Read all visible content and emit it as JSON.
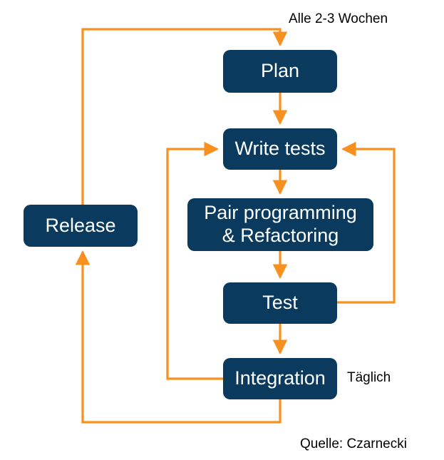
{
  "diagram": {
    "title_label": "Alle 2-3 Wochen",
    "daily_label": "Täglich",
    "source_label": "Quelle: Czarnecki",
    "colors": {
      "node_fill": "#0A3A5E",
      "node_text": "#FFFFFF",
      "arrow": "#F7901E",
      "caption_text": "#000000",
      "background": "#FFFFFF"
    },
    "nodes": [
      {
        "id": "plan",
        "label": "Plan"
      },
      {
        "id": "write-tests",
        "label": "Write tests"
      },
      {
        "id": "pair",
        "label": "Pair programming\n& Refactoring"
      },
      {
        "id": "test",
        "label": "Test"
      },
      {
        "id": "integration",
        "label": "Integration"
      },
      {
        "id": "release",
        "label": "Release"
      }
    ],
    "connectors": [
      {
        "id": "release-to-plan",
        "from": "release",
        "to": "plan",
        "annotation": "Alle 2-3 Wochen"
      },
      {
        "id": "plan-to-write",
        "from": "plan",
        "to": "write-tests",
        "annotation": ""
      },
      {
        "id": "write-to-pair",
        "from": "write-tests",
        "to": "pair",
        "annotation": ""
      },
      {
        "id": "pair-to-test",
        "from": "pair",
        "to": "test",
        "annotation": ""
      },
      {
        "id": "test-to-write",
        "from": "test",
        "to": "write-tests",
        "annotation": ""
      },
      {
        "id": "test-to-integration",
        "from": "test",
        "to": "integration",
        "annotation": ""
      },
      {
        "id": "integration-to-write",
        "from": "integration",
        "to": "write-tests",
        "annotation": "Täglich"
      },
      {
        "id": "integration-to-release",
        "from": "integration",
        "to": "release",
        "annotation": ""
      }
    ]
  }
}
